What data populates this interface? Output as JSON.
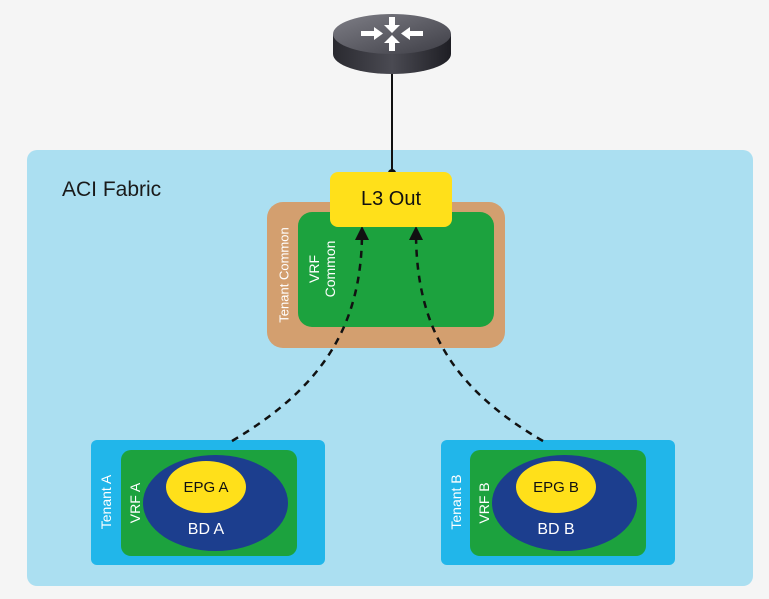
{
  "fabric": {
    "label": "ACI Fabric"
  },
  "l3out": {
    "label": "L3 Out"
  },
  "tenant_common": {
    "tenant_label": "Tenant Common",
    "vrf_label_line1": "VRF",
    "vrf_label_line2": "Common"
  },
  "tenant_a": {
    "tenant_label": "Tenant A",
    "vrf_label": "VRF A",
    "epg_label": "EPG A",
    "bd_label": "BD A"
  },
  "tenant_b": {
    "tenant_label": "Tenant B",
    "vrf_label": "VRF B",
    "epg_label": "EPG B",
    "bd_label": "BD B"
  },
  "router": {
    "icon": "router-icon"
  },
  "colors": {
    "fabric": "#abdff1",
    "tenant": "#21b6ea",
    "tenant_common": "#d39f6f",
    "vrf": "#1ca23e",
    "bd": "#1c3e8e",
    "epg": "#ffe01a",
    "l3out": "#ffe01a"
  }
}
